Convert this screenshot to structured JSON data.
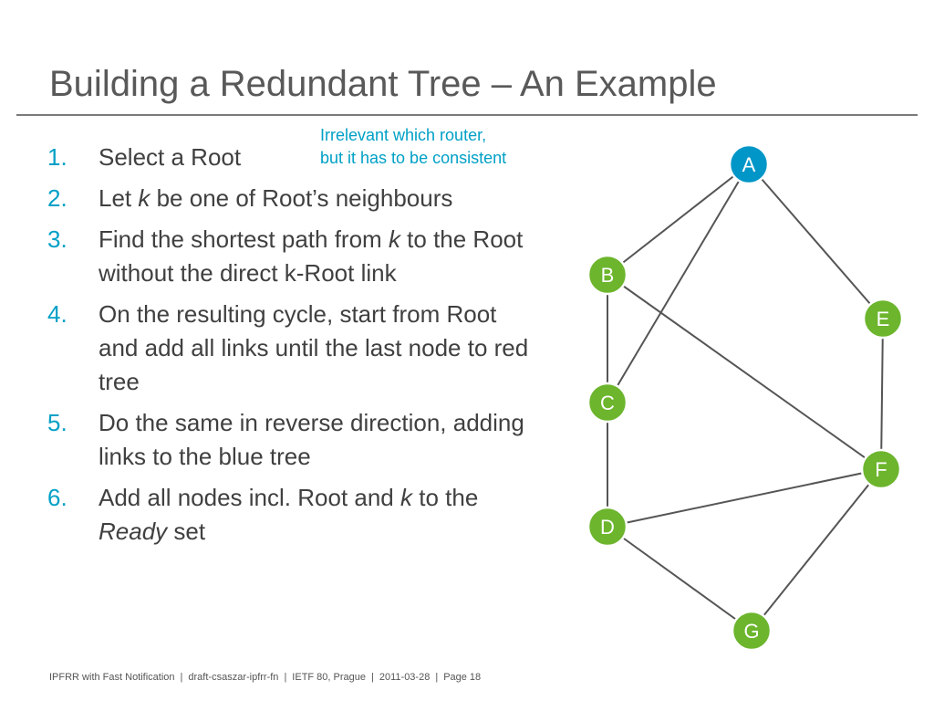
{
  "slide": {
    "title": "Building a Redundant Tree – An Example",
    "callout": [
      "Irrelevant which router,",
      "but it has to be consistent"
    ],
    "steps": [
      {
        "num": "1.",
        "parts": [
          {
            "t": "Select a Root"
          }
        ]
      },
      {
        "num": "2.",
        "parts": [
          {
            "t": "Let "
          },
          {
            "t": "k",
            "i": true
          },
          {
            "t": " be one of Root’s neighbours"
          }
        ]
      },
      {
        "num": "3.",
        "parts": [
          {
            "t": "Find the shortest path from "
          },
          {
            "t": "k",
            "i": true
          },
          {
            "t": " to the Root without the direct k-Root link"
          }
        ]
      },
      {
        "num": "4.",
        "parts": [
          {
            "t": "On the resulting cycle, start from Root and add all links until the last node to red tree"
          }
        ]
      },
      {
        "num": "5.",
        "parts": [
          {
            "t": "Do the same in reverse direction, adding links to the blue tree"
          }
        ]
      },
      {
        "num": "6.",
        "parts": [
          {
            "t": "Add all nodes incl. Root and "
          },
          {
            "t": "k",
            "i": true
          },
          {
            "t": " to the "
          },
          {
            "t": "Ready",
            "i": true
          },
          {
            "t": " set"
          }
        ]
      }
    ]
  },
  "graph": {
    "nodes": [
      {
        "id": "A",
        "color": "#0096c8"
      },
      {
        "id": "B",
        "color": "#6cb52d"
      },
      {
        "id": "C",
        "color": "#6cb52d"
      },
      {
        "id": "D",
        "color": "#6cb52d"
      },
      {
        "id": "E",
        "color": "#6cb52d"
      },
      {
        "id": "F",
        "color": "#6cb52d"
      },
      {
        "id": "G",
        "color": "#6cb52d"
      }
    ],
    "edges": [
      [
        "A",
        "B"
      ],
      [
        "A",
        "C"
      ],
      [
        "A",
        "E"
      ],
      [
        "B",
        "C"
      ],
      [
        "B",
        "F"
      ],
      [
        "C",
        "D"
      ],
      [
        "D",
        "F"
      ],
      [
        "D",
        "G"
      ],
      [
        "E",
        "F"
      ],
      [
        "F",
        "G"
      ]
    ]
  },
  "footer": [
    "IPFRR with Fast Notification",
    "draft-csaszar-ipfrr-fn",
    "IETF 80, Prague",
    "2011-03-28",
    "Page 18"
  ]
}
